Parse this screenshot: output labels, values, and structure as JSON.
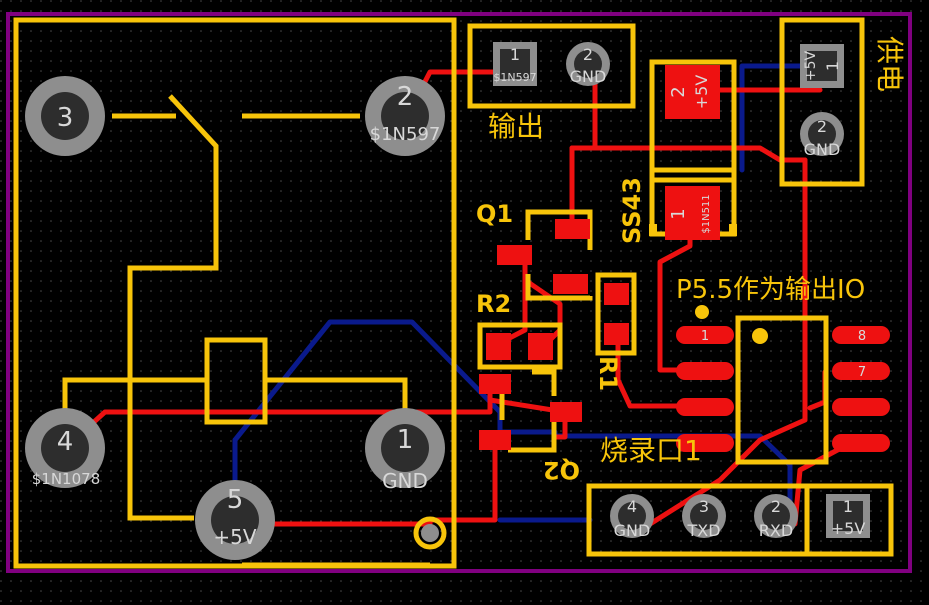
{
  "colors": {
    "background": "#000000",
    "board_outline": "#800080",
    "silkscreen": "#f7c40a",
    "top_copper": "#ee1111",
    "bottom_copper": "#0a1a8c",
    "pad_metal": "#8e8e8e"
  },
  "relay": {
    "pins": [
      {
        "num": "3",
        "net": ""
      },
      {
        "num": "2",
        "net": "$1N597"
      },
      {
        "num": "4",
        "net": "$1N1078"
      },
      {
        "num": "1",
        "net": "GND"
      },
      {
        "num": "5",
        "net": "+5V"
      }
    ]
  },
  "output_connector": {
    "label": "输出",
    "pins": [
      {
        "num": "1",
        "net": "$1N597"
      },
      {
        "num": "2",
        "net": "GND"
      }
    ]
  },
  "power_connector": {
    "label": "供电",
    "pins": [
      {
        "num": "1",
        "net": "+5V"
      },
      {
        "num": "2",
        "net": "GND"
      }
    ]
  },
  "diode": {
    "label": "SS43",
    "pins": [
      {
        "num": "2",
        "net": "+5V"
      },
      {
        "num": "1",
        "net": "$1N511"
      }
    ]
  },
  "components": {
    "q1": "Q1",
    "q2": "Q2",
    "r1": "R1",
    "r2": "R2"
  },
  "mcu": {
    "note": "P5.5作为输出IO",
    "pins": [
      "1",
      "8",
      "7"
    ]
  },
  "programming_port": {
    "label": "烧录口1",
    "pins": [
      {
        "num": "4",
        "net": "GND"
      },
      {
        "num": "3",
        "net": "TXD"
      },
      {
        "num": "2",
        "net": "RXD"
      },
      {
        "num": "1",
        "net": "+5V"
      }
    ]
  }
}
